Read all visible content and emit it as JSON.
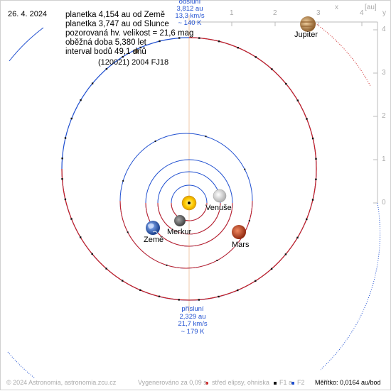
{
  "date": "26. 4. 2024",
  "info_lines": [
    "planetka 4,154 au od Země",
    "planetka 3,747 au od Slunce",
    "pozorovaná hv. velikost = 21,6 mag",
    "oběžná doba 5,380 let",
    "interval bodů 49,1 dnů"
  ],
  "asteroid_name": "(120021) 2004 FJ18",
  "aphelion": {
    "label": "odsluní",
    "distance": "3,812 au",
    "speed": "13,3 km/s",
    "temp": "~ 140 K"
  },
  "perihelion": {
    "label": "přísluní",
    "distance": "2,329 au",
    "speed": "21,7 km/s",
    "temp": "~ 179 K"
  },
  "planets": {
    "venus": "Venuše",
    "mercury": "Merkur",
    "earth": "Země",
    "mars": "Mars",
    "jupiter": "Jupiter"
  },
  "axes": {
    "x_label": "x",
    "y_label": "y",
    "unit": "[au]",
    "x_ticks": [
      "1",
      "2",
      "3",
      "4"
    ],
    "y_ticks": [
      "4",
      "3",
      "2",
      "1",
      "0"
    ]
  },
  "footer": {
    "copyright": "© 2024 Astronomia, astronomia.zcu.cz",
    "generated": "Vygenerováno za 0,09 s",
    "legend_center": "střed elipsy, ohniska",
    "legend_f1": "F1 a",
    "legend_f2": "F2",
    "scale": "Měřítko: 0,0164 au/bod"
  },
  "colors": {
    "orbit_blue": "#1f4fd0",
    "orbit_red": "#cc2020",
    "label_blue": "#1f4fd0",
    "axis_gray": "#bbbbbb",
    "sun": "#ffcc00"
  },
  "icons": [
    "sun-icon",
    "venus-icon",
    "mercury-icon",
    "earth-icon",
    "mars-icon",
    "jupiter-icon",
    "asteroid-icon"
  ]
}
